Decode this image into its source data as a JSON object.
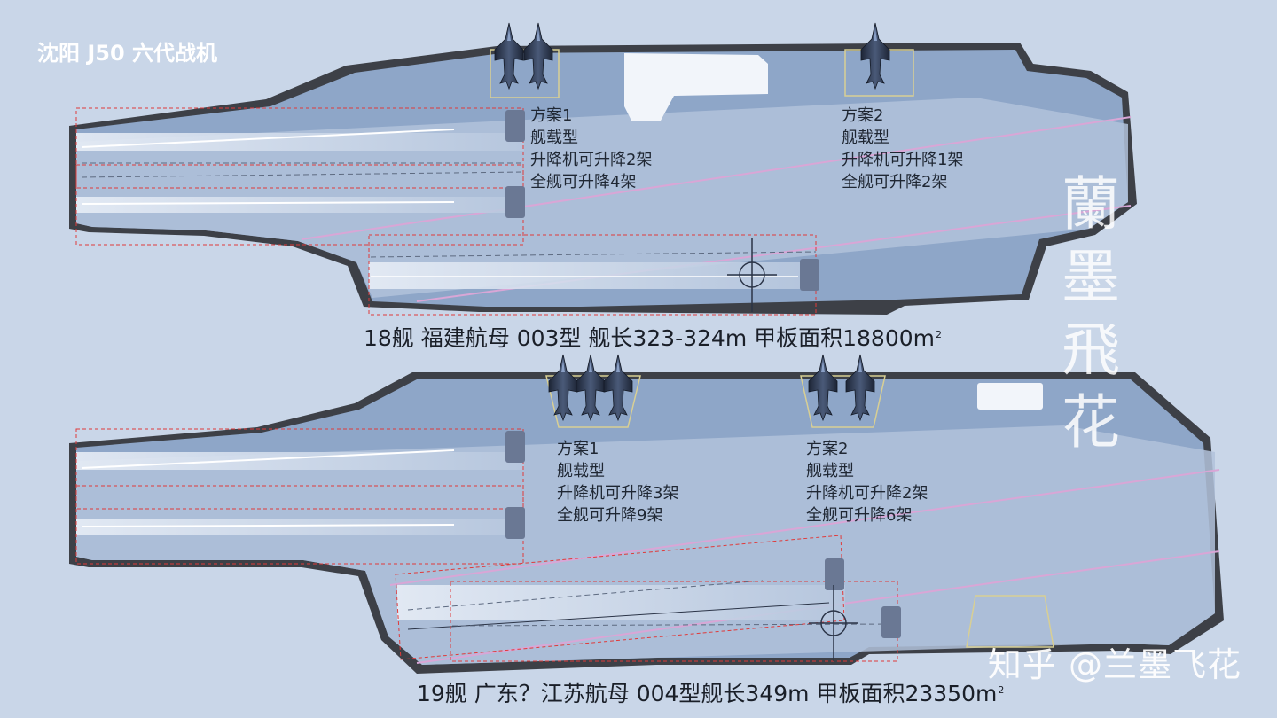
{
  "title": "沈阳 J50 六代战机",
  "ship_top": {
    "plan1": [
      "方案1",
      "舰载型",
      "升降机可升降2架",
      "全舰可升降4架"
    ],
    "plan2": [
      "方案2",
      "舰载型",
      "升降机可升降1架",
      "全舰可升降2架"
    ],
    "caption": "18舰 福建航母 003型 舰长323-324m 甲板面积18800m",
    "caption_unit_sup": "2"
  },
  "ship_bottom": {
    "plan1": [
      "方案1",
      "舰载型",
      "升降机可升降3架",
      "全舰可升降9架"
    ],
    "plan2": [
      "方案2",
      "舰载型",
      "升降机可升降2架",
      "全舰可升降6架"
    ],
    "caption": "19舰 广东？江苏航母 004型舰长349m 甲板面积23350m",
    "caption_unit_sup": "2"
  },
  "seal_text": [
    "蘭",
    "墨",
    "飛",
    "花"
  ],
  "watermark": "知乎 @兰墨飞花",
  "colors": {
    "background": "#c9d6e8",
    "deck": "#8ea6c8",
    "deck_edge": "#3d4047",
    "runway_light": "#dfe6f1",
    "runway_mid": "#b4c4dc",
    "pink_line": "#d9a6d6",
    "red_dash": "#e03a3a",
    "elevator_outline": "#d8cf94",
    "aircraft": "#2b3447"
  }
}
